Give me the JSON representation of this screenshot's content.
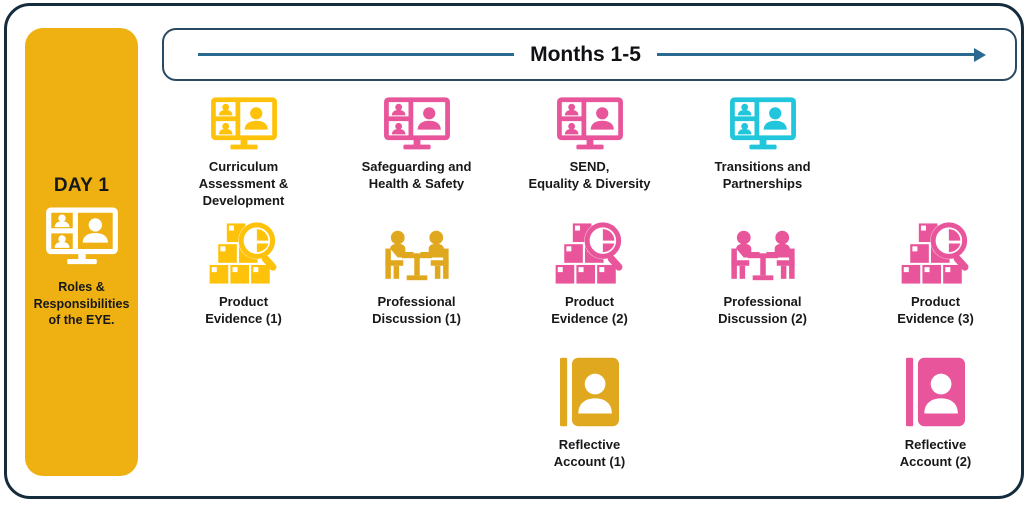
{
  "colors": {
    "border": "#152c3d",
    "sidebar_bg": "#eeb111",
    "banner_line": "#2a6a91",
    "amber": "#ffc20a",
    "gold": "#e0a81e",
    "pink": "#e8559b",
    "cyan": "#22c6dc",
    "text": "#17181a"
  },
  "sidebar": {
    "title": "DAY 1",
    "icon": "video-meeting-icon",
    "caption": "Roles &\nResponsibilities\nof the EYE."
  },
  "banner": {
    "title": "Months 1-5",
    "left_line": "timeline-line",
    "right_arrow": "arrow-right-icon"
  },
  "rows": [
    {
      "name": "training-modules-row",
      "cells": [
        {
          "label": "Curriculum\nAssessment &\nDevelopment",
          "icon": "video-meeting-icon",
          "color": "#ffc20a",
          "empty": false
        },
        {
          "label": "Safeguarding and\nHealth & Safety",
          "icon": "video-meeting-icon",
          "color": "#e8559b",
          "empty": false
        },
        {
          "label": "SEND,\nEquality & Diversity",
          "icon": "video-meeting-icon",
          "color": "#e8559b",
          "empty": false
        },
        {
          "label": "Transitions and\nPartnerships",
          "icon": "video-meeting-icon",
          "color": "#22c6dc",
          "empty": false
        },
        {
          "label": "",
          "icon": "",
          "color": "",
          "empty": true
        }
      ]
    },
    {
      "name": "assessment-evidence-row",
      "cells": [
        {
          "label": "Product\nEvidence (1)",
          "icon": "boxes-magnifier-icon",
          "color": "#ffc20a",
          "empty": false
        },
        {
          "label": "Professional\nDiscussion (1)",
          "icon": "two-people-table-icon",
          "color": "#e0a81e",
          "empty": false
        },
        {
          "label": "Product\nEvidence (2)",
          "icon": "boxes-magnifier-icon",
          "color": "#e8559b",
          "empty": false
        },
        {
          "label": "Professional\nDiscussion (2)",
          "icon": "two-people-table-icon",
          "color": "#e8559b",
          "empty": false
        },
        {
          "label": "Product\nEvidence (3)",
          "icon": "boxes-magnifier-icon",
          "color": "#e8559b",
          "empty": false
        }
      ]
    },
    {
      "name": "reflective-accounts-row",
      "cells": [
        {
          "label": "",
          "icon": "",
          "color": "",
          "empty": true
        },
        {
          "label": "",
          "icon": "",
          "color": "",
          "empty": true
        },
        {
          "label": "Reflective\nAccount (1)",
          "icon": "profile-book-icon",
          "color": "#e0a81e",
          "empty": false
        },
        {
          "label": "",
          "icon": "",
          "color": "",
          "empty": true
        },
        {
          "label": "Reflective\nAccount (2)",
          "icon": "profile-book-icon",
          "color": "#e8559b",
          "empty": false
        }
      ]
    }
  ]
}
